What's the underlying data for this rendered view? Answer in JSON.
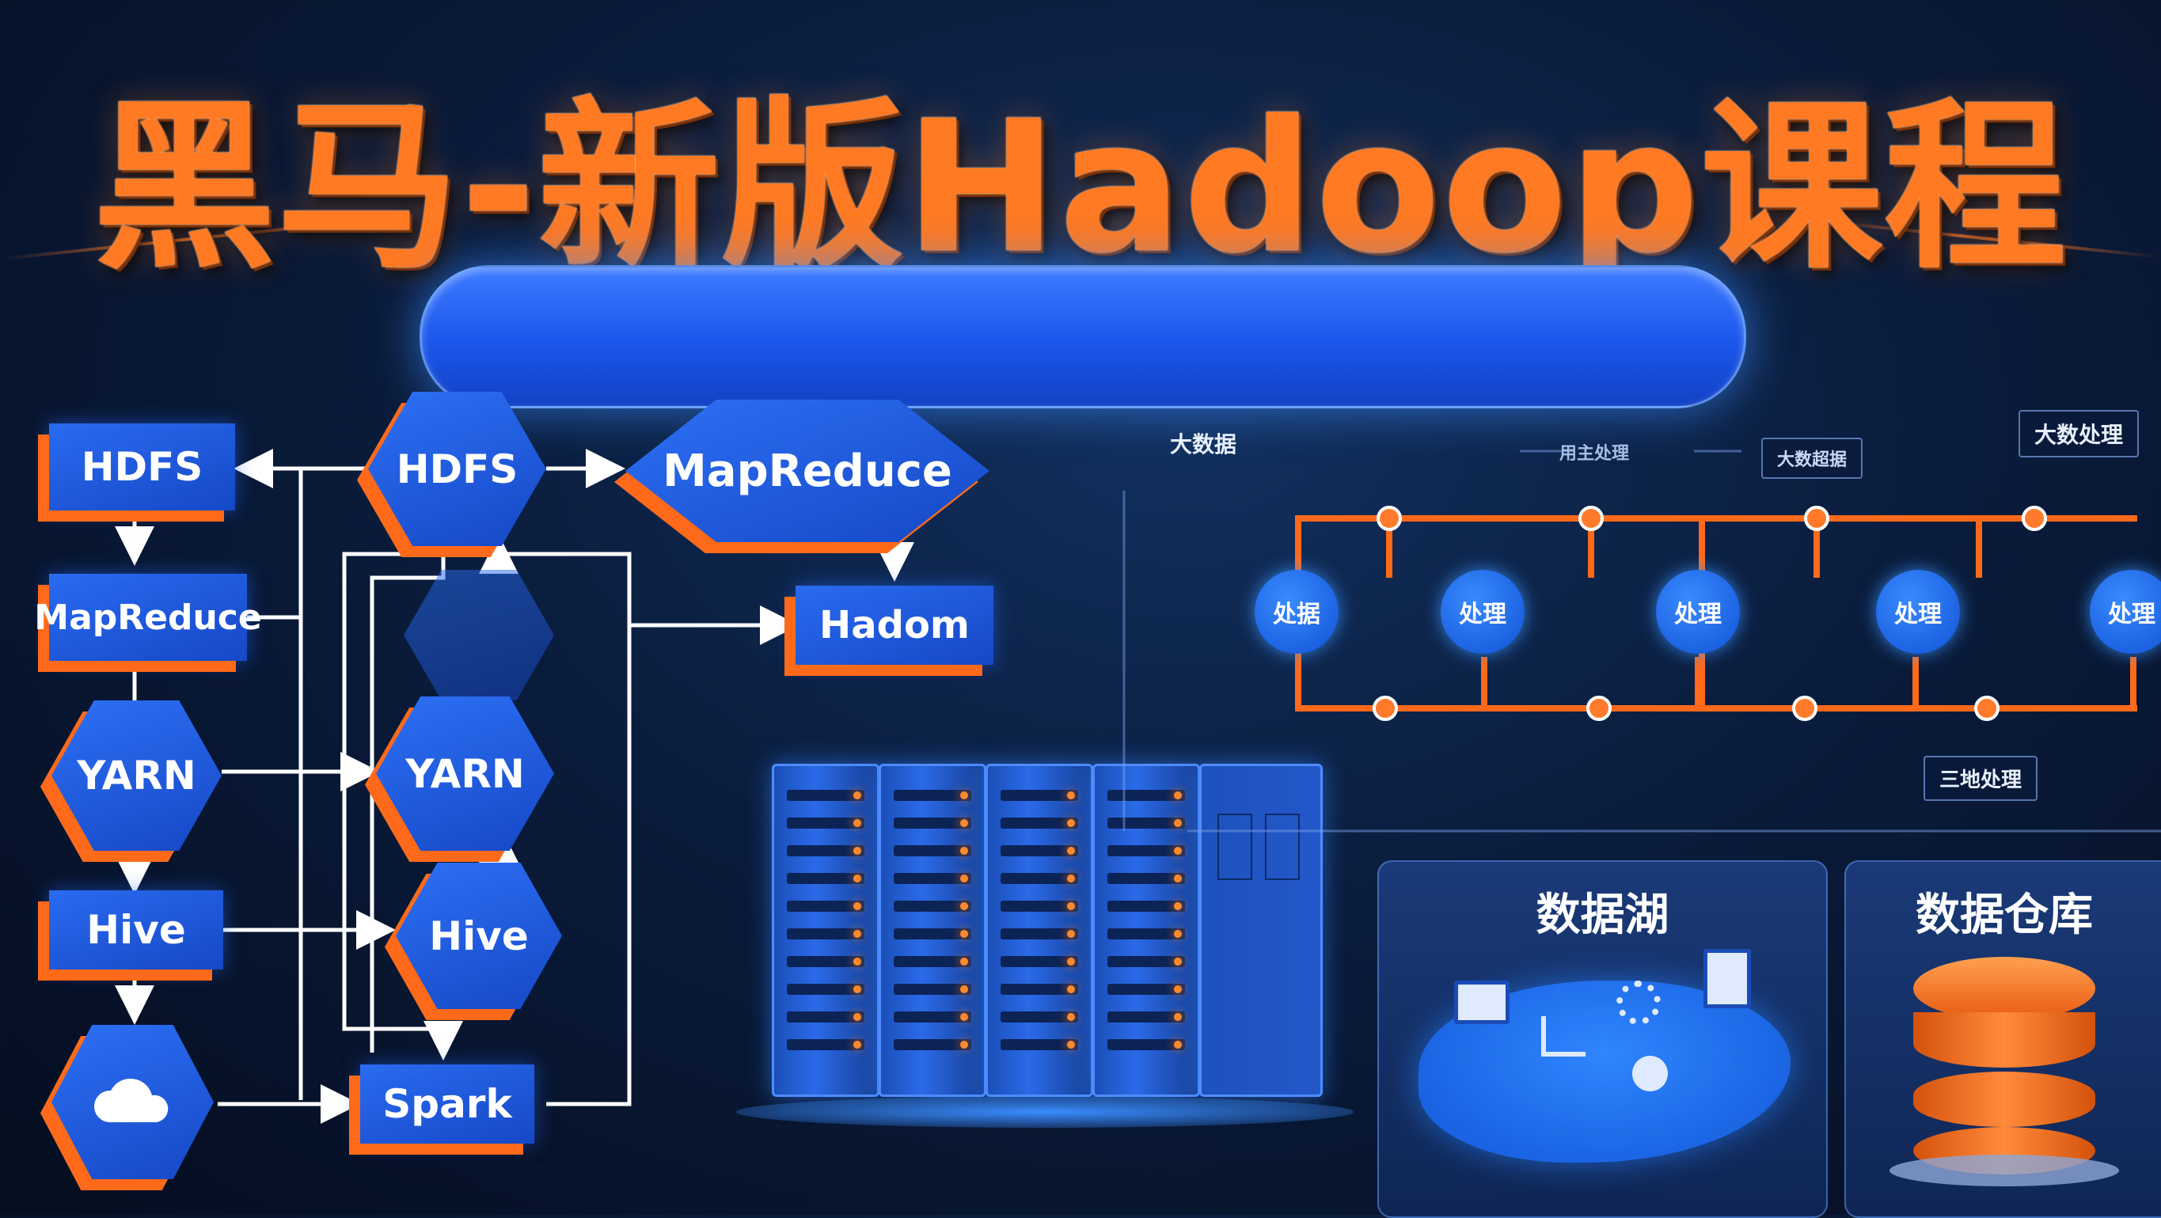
{
  "title": "黑马-新版Hadoop课程",
  "banner_text": "",
  "flow_left": {
    "col1": [
      "HDFS",
      "MapReduce",
      "YARN",
      "Hive",
      "cloud-icon"
    ],
    "col2": [
      "HDFS",
      "",
      "YARN",
      "Hive",
      "Spark"
    ],
    "col3": [
      "MapReduce",
      "Hadom"
    ]
  },
  "pipeline": {
    "top_left_label": "大数据",
    "top_right_label": "大数处理",
    "mid_labels": [
      "用主处理",
      "大数超据"
    ],
    "nodes": [
      "处据",
      "处理",
      "处理",
      "处理",
      "处理"
    ],
    "bottom_label": "三地处理"
  },
  "panels": {
    "lake": "数据湖",
    "warehouse": "数据仓库"
  },
  "colors": {
    "accent_orange": "#ff6a1a",
    "primary_blue": "#1f5ce8",
    "background": "#0a1c3c"
  }
}
